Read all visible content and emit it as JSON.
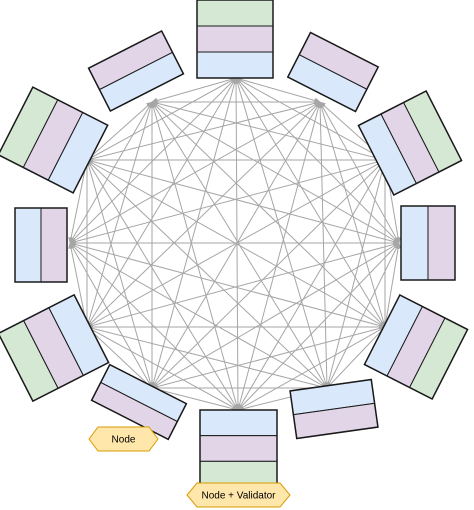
{
  "diagram": {
    "nodes": [
      {
        "id": "n-top",
        "bands": [
          "green",
          "purple",
          "blue"
        ]
      },
      {
        "id": "n-upper-right",
        "bands": [
          "purple",
          "blue"
        ]
      },
      {
        "id": "n-right-1",
        "bands": [
          "blue",
          "purple",
          "green"
        ]
      },
      {
        "id": "n-right-2",
        "bands": [
          "blue",
          "purple"
        ]
      },
      {
        "id": "n-right-3",
        "bands": [
          "blue",
          "purple",
          "green"
        ]
      },
      {
        "id": "n-lower-right",
        "bands": [
          "blue",
          "purple"
        ]
      },
      {
        "id": "n-bottom",
        "bands": [
          "blue",
          "purple",
          "green"
        ]
      },
      {
        "id": "n-lower-left",
        "bands": [
          "blue",
          "purple"
        ]
      },
      {
        "id": "n-left-3",
        "bands": [
          "green",
          "purple",
          "blue"
        ]
      },
      {
        "id": "n-left-2",
        "bands": [
          "blue",
          "purple"
        ]
      },
      {
        "id": "n-left-1",
        "bands": [
          "green",
          "purple",
          "blue"
        ]
      },
      {
        "id": "n-upper-left",
        "bands": [
          "purple",
          "blue"
        ]
      }
    ],
    "edges": [
      [
        "n-upper-left",
        "n-top"
      ],
      [
        "n-upper-left",
        "n-upper-right"
      ],
      [
        "n-upper-left",
        "n-right-1"
      ],
      [
        "n-upper-left",
        "n-right-2"
      ],
      [
        "n-upper-left",
        "n-right-3"
      ],
      [
        "n-upper-left",
        "n-lower-right"
      ],
      [
        "n-upper-left",
        "n-bottom"
      ],
      [
        "n-upper-left",
        "n-lower-left"
      ],
      [
        "n-upper-left",
        "n-left-3"
      ],
      [
        "n-upper-left",
        "n-left-2"
      ],
      [
        "n-upper-left",
        "n-left-1"
      ],
      [
        "n-top",
        "n-upper-right"
      ],
      [
        "n-top",
        "n-right-1"
      ],
      [
        "n-top",
        "n-right-2"
      ],
      [
        "n-top",
        "n-right-3"
      ],
      [
        "n-top",
        "n-lower-right"
      ],
      [
        "n-top",
        "n-bottom"
      ],
      [
        "n-top",
        "n-lower-left"
      ],
      [
        "n-top",
        "n-left-3"
      ],
      [
        "n-top",
        "n-left-2"
      ],
      [
        "n-top",
        "n-left-1"
      ],
      [
        "n-upper-right",
        "n-right-1"
      ],
      [
        "n-upper-right",
        "n-right-2"
      ],
      [
        "n-upper-right",
        "n-right-3"
      ],
      [
        "n-upper-right",
        "n-lower-right"
      ],
      [
        "n-upper-right",
        "n-bottom"
      ],
      [
        "n-upper-right",
        "n-lower-left"
      ],
      [
        "n-upper-right",
        "n-left-3"
      ],
      [
        "n-upper-right",
        "n-left-2"
      ],
      [
        "n-upper-right",
        "n-left-1"
      ],
      [
        "n-right-1",
        "n-right-2"
      ],
      [
        "n-right-1",
        "n-right-3"
      ],
      [
        "n-right-1",
        "n-lower-right"
      ],
      [
        "n-right-1",
        "n-bottom"
      ],
      [
        "n-right-1",
        "n-lower-left"
      ],
      [
        "n-right-1",
        "n-left-3"
      ],
      [
        "n-right-1",
        "n-left-2"
      ],
      [
        "n-right-1",
        "n-left-1"
      ],
      [
        "n-right-2",
        "n-right-3"
      ],
      [
        "n-right-2",
        "n-lower-right"
      ],
      [
        "n-right-2",
        "n-bottom"
      ],
      [
        "n-right-2",
        "n-lower-left"
      ],
      [
        "n-right-2",
        "n-left-3"
      ],
      [
        "n-right-2",
        "n-left-2"
      ],
      [
        "n-right-2",
        "n-left-1"
      ],
      [
        "n-right-3",
        "n-lower-right"
      ],
      [
        "n-right-3",
        "n-bottom"
      ],
      [
        "n-right-3",
        "n-lower-left"
      ],
      [
        "n-right-3",
        "n-left-3"
      ],
      [
        "n-right-3",
        "n-left-2"
      ],
      [
        "n-right-3",
        "n-left-1"
      ],
      [
        "n-lower-right",
        "n-bottom"
      ],
      [
        "n-lower-right",
        "n-lower-left"
      ],
      [
        "n-lower-right",
        "n-left-3"
      ],
      [
        "n-lower-right",
        "n-left-2"
      ],
      [
        "n-lower-right",
        "n-left-1"
      ],
      [
        "n-bottom",
        "n-lower-left"
      ],
      [
        "n-bottom",
        "n-left-3"
      ],
      [
        "n-bottom",
        "n-left-2"
      ],
      [
        "n-bottom",
        "n-left-1"
      ],
      [
        "n-lower-left",
        "n-left-3"
      ],
      [
        "n-lower-left",
        "n-left-2"
      ],
      [
        "n-lower-left",
        "n-left-1"
      ],
      [
        "n-left-3",
        "n-left-2"
      ],
      [
        "n-left-3",
        "n-left-1"
      ],
      [
        "n-left-2",
        "n-left-1"
      ]
    ]
  },
  "legend": {
    "node_label": "Node",
    "validator_label": "Node + Validator"
  },
  "colors": {
    "green": "#d5e8d4",
    "purple": "#e1d5e7",
    "blue": "#dae8fc",
    "box_stroke": "#1a1a1a",
    "edge": "#a6a6a6",
    "tag_fill": "#ffe6aa",
    "tag_stroke": "#d79b00"
  }
}
